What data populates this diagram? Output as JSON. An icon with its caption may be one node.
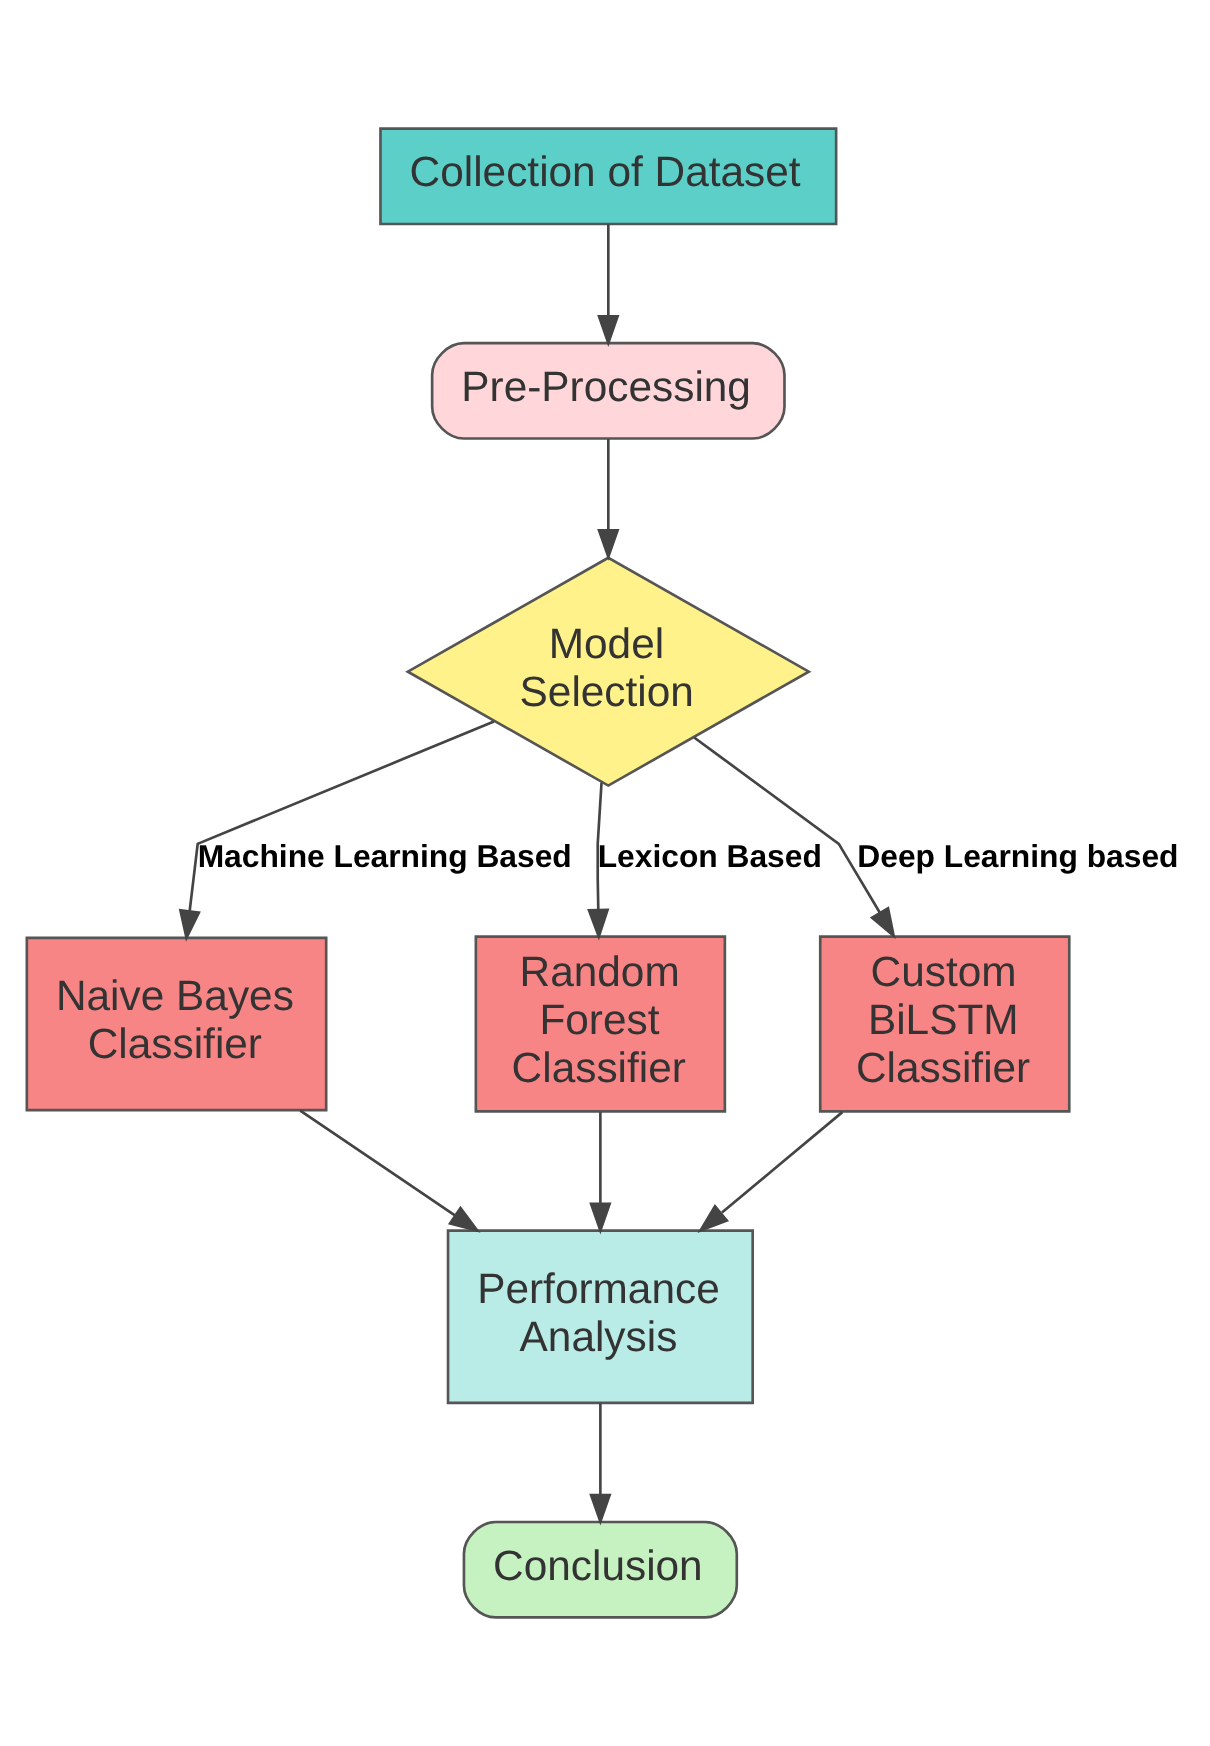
{
  "diagram": {
    "nodes": [
      {
        "text": [
          "Collection of Dataset"
        ]
      },
      {
        "text": [
          "Pre-Processing"
        ]
      },
      {
        "text": [
          "Model Selection"
        ]
      },
      {
        "text": [
          "Naive Bayes Classifier"
        ]
      },
      {
        "text": [
          "Random Forest Classifier"
        ]
      },
      {
        "text": [
          "Custom BiLSTM Classifier"
        ]
      },
      {
        "text": [
          "Performance Analysis"
        ]
      },
      {
        "text": [
          "Conclusion"
        ]
      }
    ],
    "edges": [
      {
        "from": 0,
        "to": 1,
        "arrow": "to"
      },
      {
        "from": 1,
        "to": 2,
        "arrow": "to"
      },
      {
        "from": 2,
        "to": 3,
        "arrow": "to",
        "label": "Machine Learning Based"
      },
      {
        "from": 2,
        "to": 4,
        "arrow": "to",
        "label": "Lexicon Based"
      },
      {
        "from": 2,
        "to": 5,
        "arrow": "to",
        "label": "Deep Learning based"
      },
      {
        "from": 3,
        "to": 6,
        "arrow": "to"
      },
      {
        "from": 4,
        "to": 6,
        "arrow": "to"
      },
      {
        "from": 5,
        "to": 6,
        "arrow": "to"
      },
      {
        "from": 6,
        "to": 7,
        "arrow": "to"
      }
    ]
  }
}
